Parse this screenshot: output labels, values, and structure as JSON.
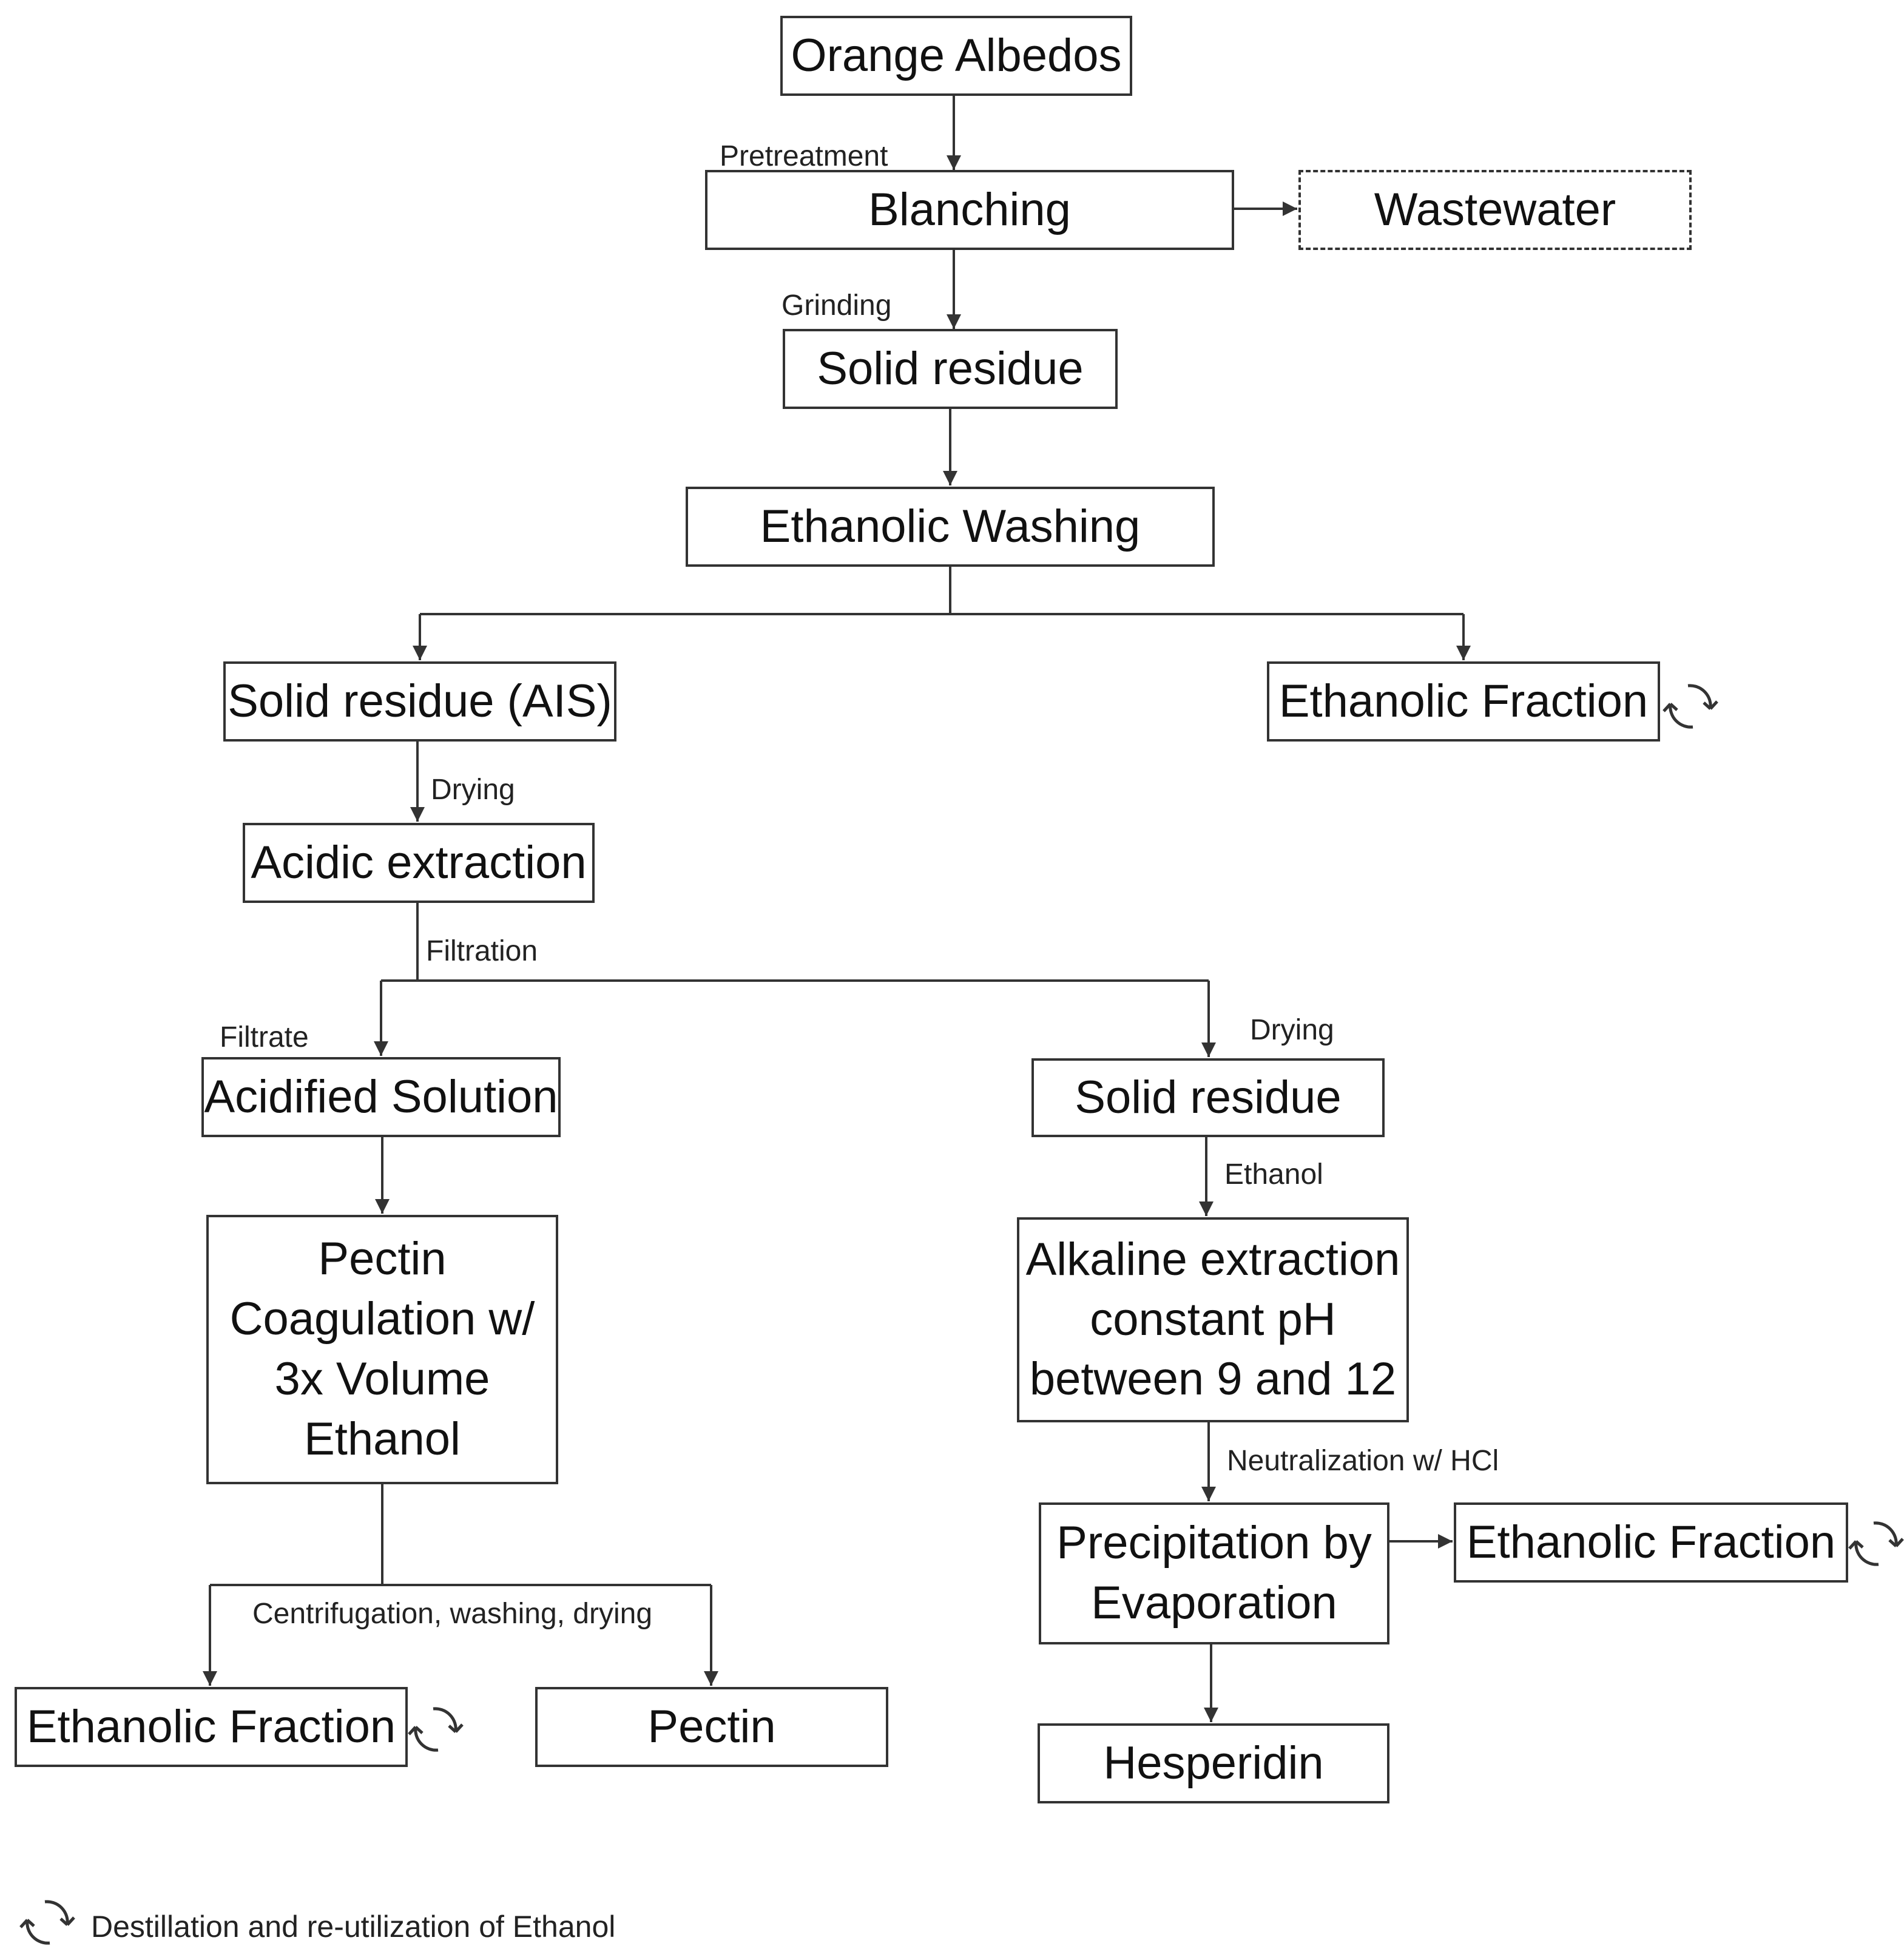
{
  "colors": {
    "line": "#333333",
    "box_border": "#333333",
    "text": "#111111",
    "background": "#ffffff"
  },
  "icons": {
    "recycle": "recycle-arrows-icon"
  },
  "boxes": {
    "orange_albedos": "Orange Albedos",
    "blanching": "Blanching",
    "wastewater": "Wastewater",
    "solid_residue_1": "Solid residue",
    "ethanolic_washing": "Ethanolic Washing",
    "solid_residue_ais": "Solid residue (AIS)",
    "ethanolic_fraction_1": "Ethanolic Fraction",
    "acidic_extraction": "Acidic extraction",
    "acidified_solution": "Acidified Solution",
    "solid_residue_2": "Solid residue",
    "pectin_coagulation": "Pectin\nCoagulation w/\n3x Volume\nEthanol",
    "alkaline_extraction": "Alkaline extraction\nconstant pH\nbetween 9 and 12",
    "precipitation": "Precipitation by\nEvaporation",
    "ethanolic_fraction_2": "Ethanolic Fraction",
    "ethanolic_fraction_3": "Ethanolic Fraction",
    "pectin": "Pectin",
    "hesperidin": "Hesperidin"
  },
  "edge_labels": {
    "pretreatment": "Pretreatment",
    "grinding": "Grinding",
    "drying_1": "Drying",
    "filtration": "Filtration",
    "filtrate": "Filtrate",
    "drying_2": "Drying",
    "ethanol": "Ethanol",
    "neutralization": "Neutralization w/ HCl",
    "centrifugation": "Centrifugation, washing, drying"
  },
  "legend": {
    "text": "Destillation and re-utilization of Ethanol"
  }
}
